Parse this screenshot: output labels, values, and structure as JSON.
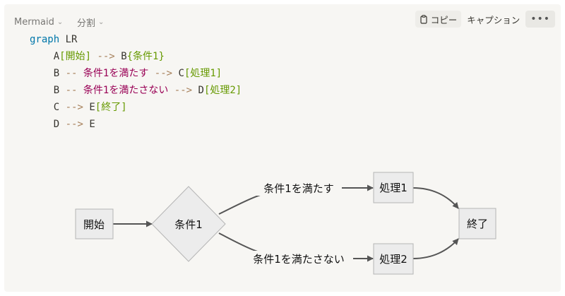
{
  "header": {
    "language": "Mermaid",
    "view_mode": "分割"
  },
  "toolbar": {
    "copy_label": "コピー",
    "caption_label": "キャプション",
    "more_label": "•••"
  },
  "code": {
    "line1_kw": "graph",
    "line1_rest": " LR",
    "line2_a": "A",
    "line2_a_label": "[開始]",
    "line2_arrow": "-->",
    "line2_b": "B",
    "line2_b_label": "{条件1}",
    "line3_b": "B",
    "line3_dash": "--",
    "line3_label": "条件1を満たす",
    "line3_arrow": "-->",
    "line3_c": "C",
    "line3_c_label": "[処理1]",
    "line4_b": "B",
    "line4_dash": "--",
    "line4_label": "条件1を満たさない",
    "line4_arrow": "-->",
    "line4_d": "D",
    "line4_d_label": "[処理2]",
    "line5_c": "C",
    "line5_arrow": "-->",
    "line5_e": "E",
    "line5_e_label": "[終了]",
    "line6_d": "D",
    "line6_arrow": "-->",
    "line6_e": "E"
  },
  "diagram": {
    "node_start": "開始",
    "node_cond": "条件1",
    "node_proc1": "処理1",
    "node_proc2": "処理2",
    "node_end": "終了",
    "edge_yes": "条件1を満たす",
    "edge_no": "条件1を満たさない"
  },
  "colors": {
    "node_fill": "#ececec",
    "node_stroke": "#b5b5b5",
    "edge": "#555555",
    "keyword": "#0077aa",
    "bracket": "#669900",
    "arrow": "#a67f59",
    "label": "#990055"
  },
  "icons": {
    "copy": "clipboard-icon",
    "chevron": "chevron-down-icon"
  }
}
